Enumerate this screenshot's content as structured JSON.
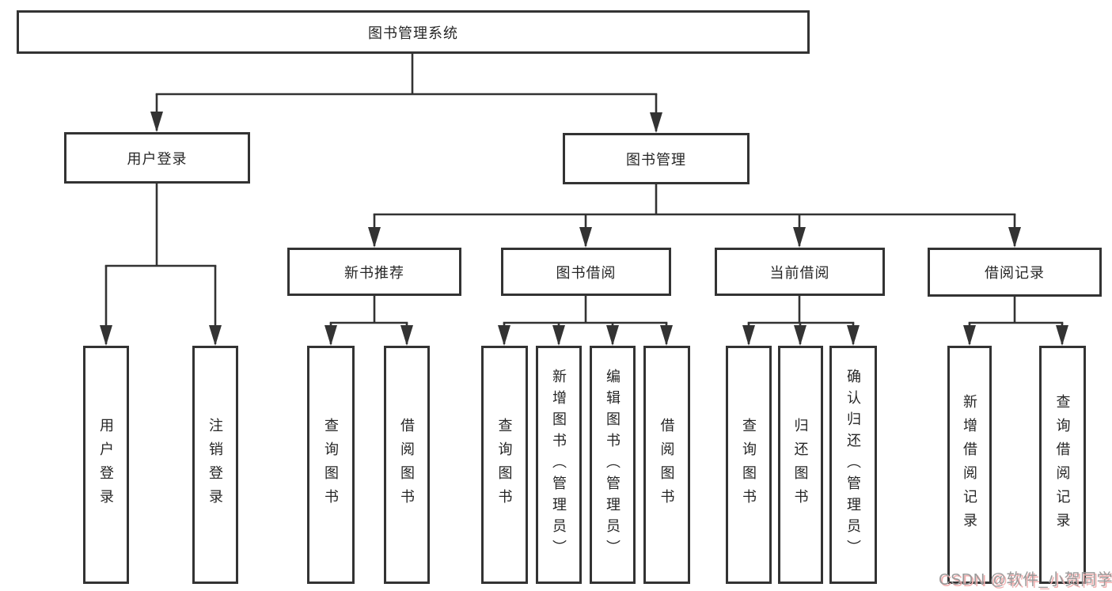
{
  "page": {
    "background": "#ffffff",
    "line_color": "#333333",
    "box_border_color": "#333333",
    "text_color": "#262626"
  },
  "watermark": {
    "text": "CSDN @软件_小贺同学",
    "color": "#9a9a9a",
    "shadow_color": "#f2b0b0"
  },
  "tree": {
    "root": {
      "label": "图书管理系统"
    },
    "children": [
      {
        "label": "用户登录",
        "children": [
          {
            "label": "用户登录"
          },
          {
            "label": "注销登录"
          }
        ]
      },
      {
        "label": "图书管理",
        "children": [
          {
            "label": "新书推荐",
            "children": [
              {
                "label": "查询图书"
              },
              {
                "label": "借阅图书"
              }
            ]
          },
          {
            "label": "图书借阅",
            "children": [
              {
                "label": "查询图书"
              },
              {
                "label": "新增图书（管理员）"
              },
              {
                "label": "编辑图书（管理员）"
              },
              {
                "label": "借阅图书"
              }
            ]
          },
          {
            "label": "当前借阅",
            "children": [
              {
                "label": "查询图书"
              },
              {
                "label": "归还图书"
              },
              {
                "label": "确认归还（管理员）"
              }
            ]
          },
          {
            "label": "借阅记录",
            "children": [
              {
                "label": "新增借阅记录"
              },
              {
                "label": "查询借阅记录"
              }
            ]
          }
        ]
      }
    ]
  }
}
